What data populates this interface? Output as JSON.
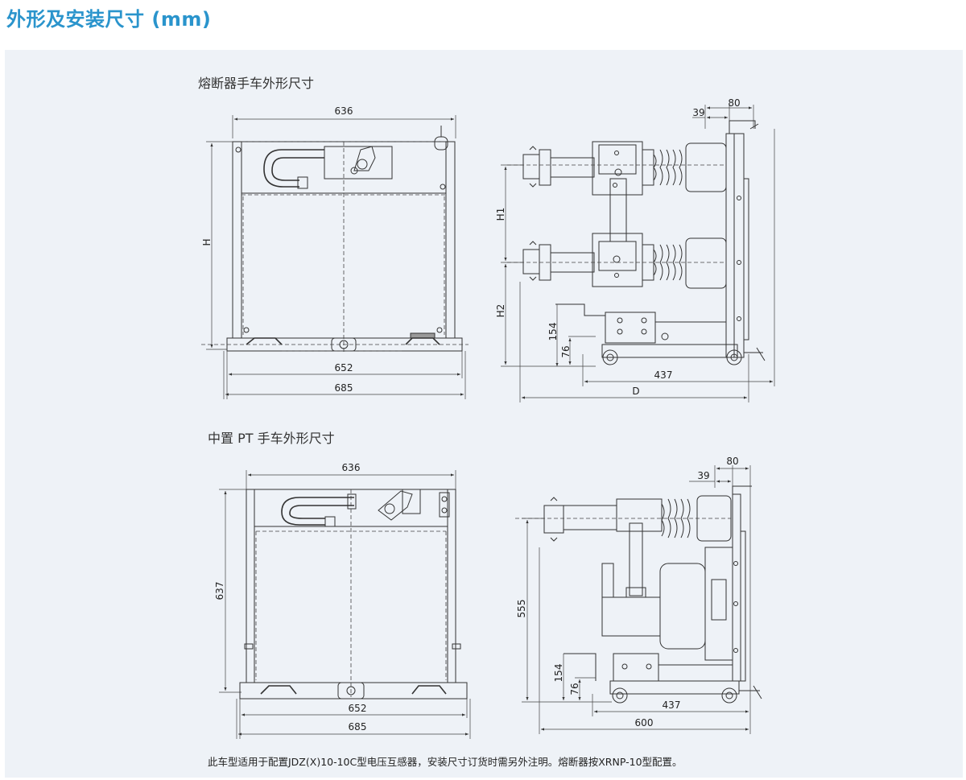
{
  "page_title": "外形及安装尺寸 (mm)",
  "sections": {
    "fuse": {
      "title": "熔断器手车外形尺寸",
      "front": {
        "width_top": "636",
        "height": "H",
        "width_base": "652",
        "width_total": "685"
      },
      "side": {
        "d39": "39",
        "d80": "80",
        "h1": "H1",
        "h2": "H2",
        "d154": "154",
        "d76": "76",
        "d437": "437",
        "depth": "D"
      }
    },
    "pt": {
      "title": "中置 PT 手车外形尺寸",
      "front": {
        "width_top": "636",
        "height": "637",
        "width_base": "652",
        "width_total": "685"
      },
      "side": {
        "d39": "39",
        "d80": "80",
        "d555": "555",
        "d154": "154",
        "d76": "76",
        "d437": "437",
        "d600": "600"
      }
    }
  },
  "footnote": "此车型适用于配置JDZ(X)10-10C型电压互感器，安装尺寸订货时需另外注明。熔断器按XRNP-10型配置。",
  "colors": {
    "title": "#2a94cc",
    "panel_bg": "#eef2f7",
    "line": "#333333"
  }
}
